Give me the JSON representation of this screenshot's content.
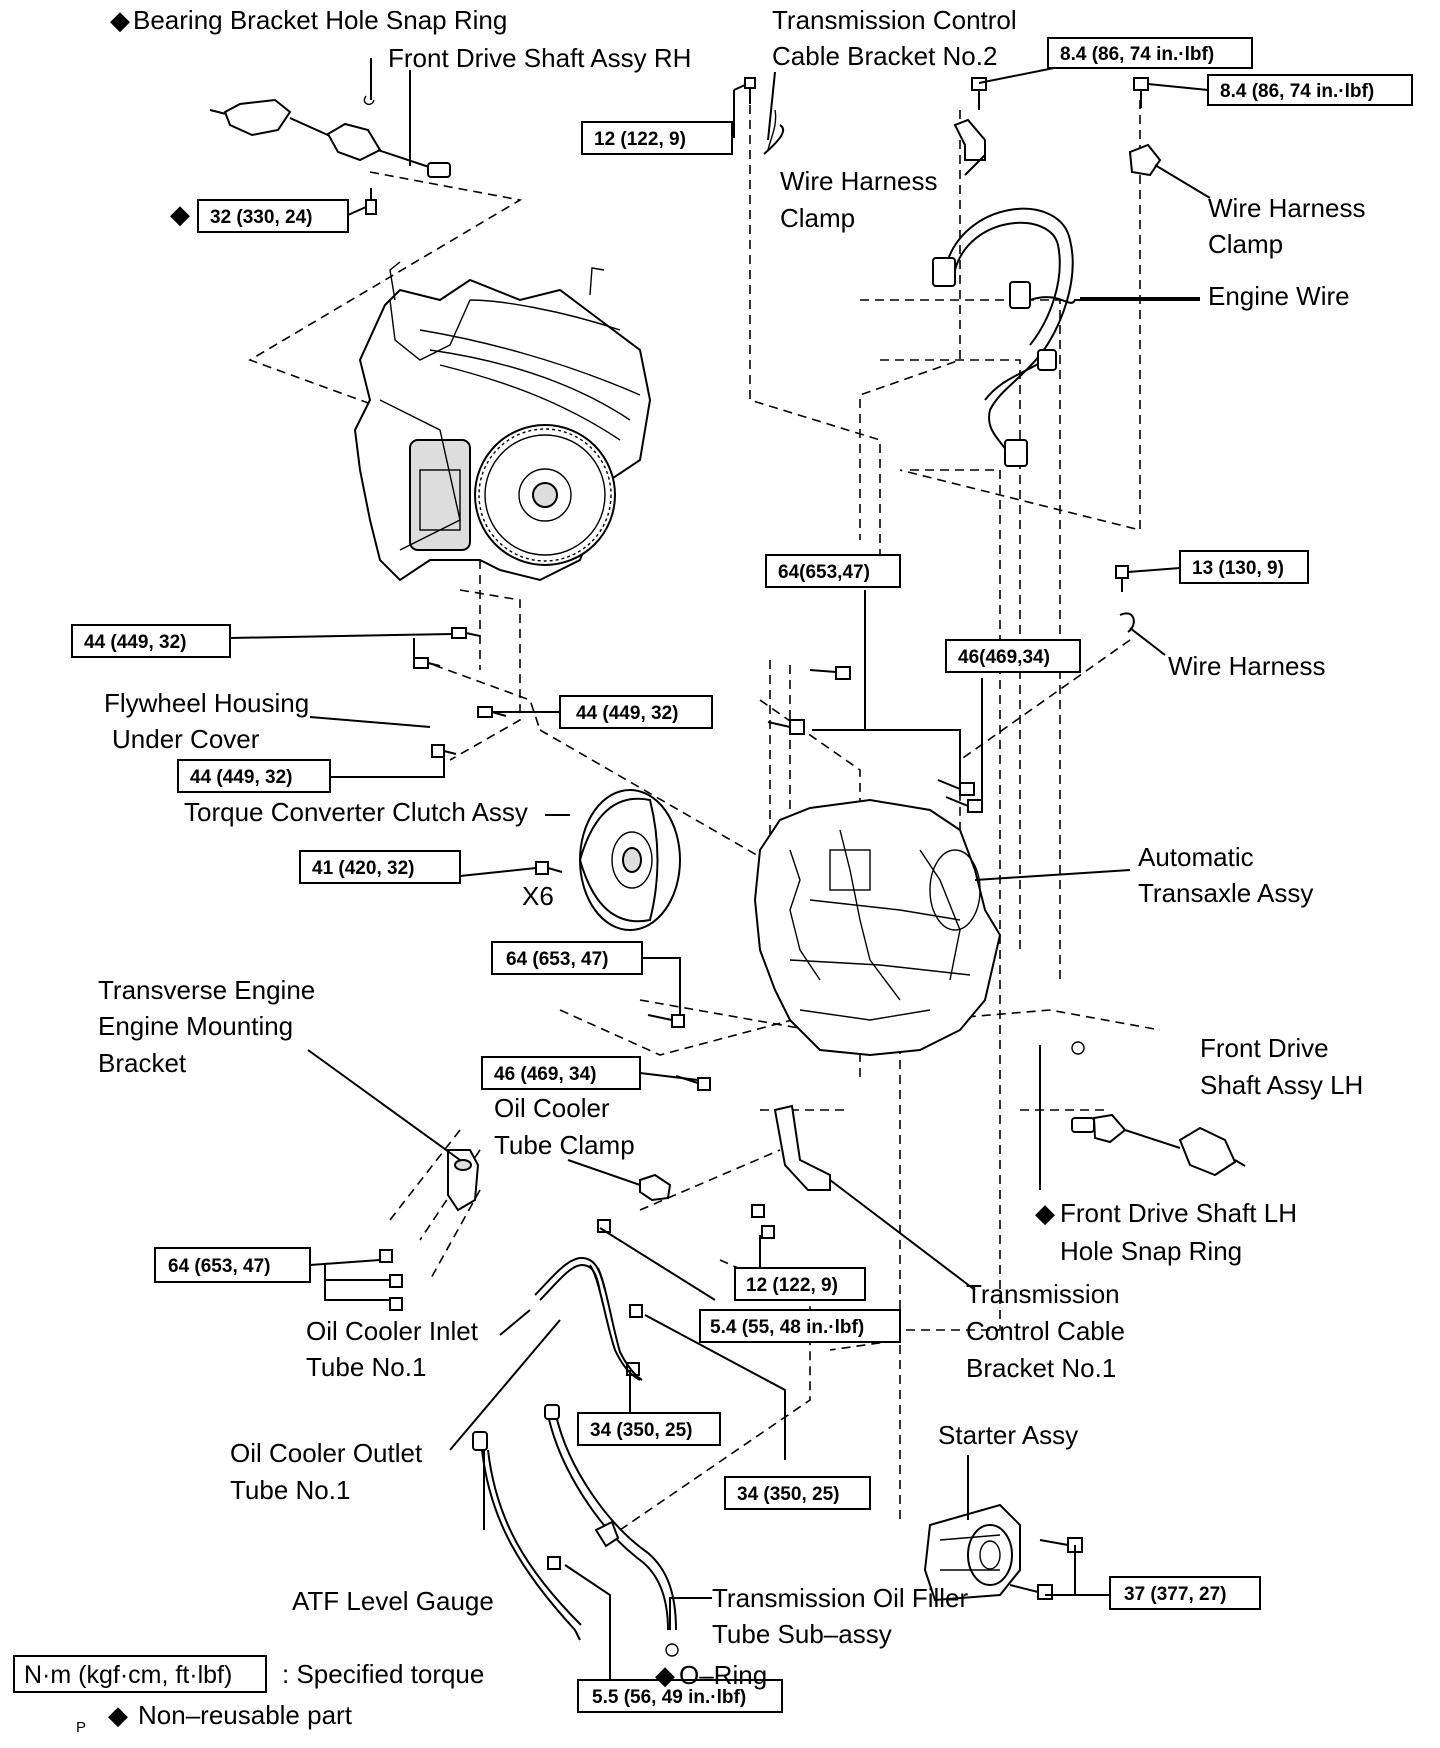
{
  "labels": {
    "bearing_snap_ring": "Bearing Bracket Hole Snap Ring",
    "front_drive_shaft_rh": "Front Drive Shaft Assy RH",
    "tcc_bracket_no2_line1": "Transmission Control",
    "tcc_bracket_no2_line2": "Cable Bracket No.2",
    "wire_harness_clamp_a_line1": "Wire Harness",
    "wire_harness_clamp_a_line2": "Clamp",
    "wire_harness_clamp_b_line1": "Wire Harness",
    "wire_harness_clamp_b_line2": "Clamp",
    "engine_wire": "Engine Wire",
    "wire_harness": "Wire Harness",
    "flywheel_cover_line1": "Flywheel Housing",
    "flywheel_cover_line2": "Under Cover",
    "torque_converter": "Torque Converter Clutch Assy",
    "x6": "X6",
    "automatic_transaxle_line1": "Automatic",
    "automatic_transaxle_line2": "Transaxle Assy",
    "transverse_bracket_line1": "Transverse Engine",
    "transverse_bracket_line2": "Engine Mounting",
    "transverse_bracket_line3": "Bracket",
    "oil_cooler_clamp_line1": "Oil Cooler",
    "oil_cooler_clamp_line2": "Tube Clamp",
    "front_drive_shaft_lh_line1": "Front Drive",
    "front_drive_shaft_lh_line2": "Shaft Assy LH",
    "lh_snap_ring_line1": "Front Drive Shaft LH",
    "lh_snap_ring_line2": "Hole Snap Ring",
    "oil_cooler_inlet_line1": "Oil Cooler Inlet",
    "oil_cooler_inlet_line2": "Tube No.1",
    "tcc_bracket_no1_line1": "Transmission",
    "tcc_bracket_no1_line2": "Control Cable",
    "tcc_bracket_no1_line3": "Bracket No.1",
    "oil_cooler_outlet_line1": "Oil Cooler Outlet",
    "oil_cooler_outlet_line2": "Tube No.1",
    "starter": "Starter Assy",
    "atf_gauge": "ATF Level Gauge",
    "oil_filler_line1": "Transmission  Oil  Filler",
    "oil_filler_line2": "Tube Sub–assy",
    "o_ring": "O–Ring",
    "diamond": "◆"
  },
  "torques": {
    "t_32_330_24": "32 (330, 24)",
    "t_12_122_9_top": "12 (122, 9)",
    "t_8_4_a": "8.4 (86, 74 in.·lbf)",
    "t_8_4_b": "8.4 (86, 74 in.·lbf)",
    "t_64_653_47_top": "64(653,47)",
    "t_13_130_9": "13 (130, 9)",
    "t_46_469_34_right": "46(469,34)",
    "t_44_449_32_a": "44 (449, 32)",
    "t_44_449_32_b": "44 (449, 32)",
    "t_44_449_32_c": "44 (449, 32)",
    "t_41_420_32": "41 (420, 32)",
    "t_64_653_47_mid": "64 (653, 47)",
    "t_46_469_34_left": "46 (469, 34)",
    "t_64_653_47_bracket": "64 (653, 47)",
    "t_12_122_9_low": "12 (122, 9)",
    "t_5_4": "5.4 (55, 48 in.·lbf)",
    "t_34_350_25_a": "34 (350, 25)",
    "t_34_350_25_b": "34 (350, 25)",
    "t_37_377_27": "37 (377, 27)",
    "t_5_5": "5.5 (56, 49 in.·lbf)"
  },
  "legend": {
    "unit_box": "N·m (kgf·cm, ft·lbf)",
    "unit_desc": ": Specified torque",
    "diamond": "◆",
    "nonreusable": "Non–reusable part",
    "page_mark": "P"
  }
}
